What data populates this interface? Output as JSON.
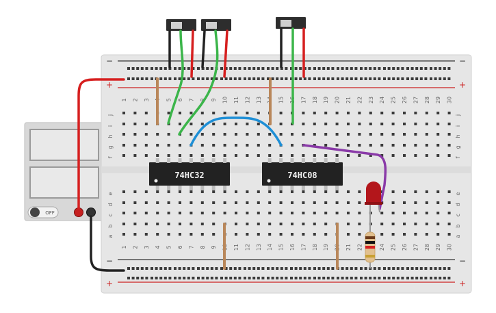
{
  "breadboard": {
    "columns": [
      "1",
      "2",
      "3",
      "4",
      "5",
      "6",
      "7",
      "8",
      "9",
      "10",
      "11",
      "12",
      "13",
      "14",
      "15",
      "16",
      "17",
      "18",
      "19",
      "20",
      "21",
      "22",
      "23",
      "24",
      "25",
      "26",
      "27",
      "28",
      "29",
      "30"
    ],
    "rows_top": [
      "j",
      "i",
      "h",
      "g",
      "f"
    ],
    "rows_bottom": [
      "e",
      "d",
      "c",
      "b",
      "a"
    ],
    "rail_minus": "−",
    "rail_plus": "+"
  },
  "chips": [
    {
      "label": "74HC32"
    },
    {
      "label": "74HC08"
    }
  ],
  "power_supply": {
    "switch_label": "OFF"
  },
  "colors": {
    "board": "#e6e6e6",
    "rail_red": "#cc2222",
    "rail_black": "#333333",
    "wire_red": "#d61f1f",
    "wire_black": "#222222",
    "wire_green": "#3bb54a",
    "wire_blue": "#1e8fd6",
    "wire_purple": "#8a3aa8",
    "jumper_brown": "#b9875a",
    "chip": "#222222",
    "led": "#b3161b"
  }
}
